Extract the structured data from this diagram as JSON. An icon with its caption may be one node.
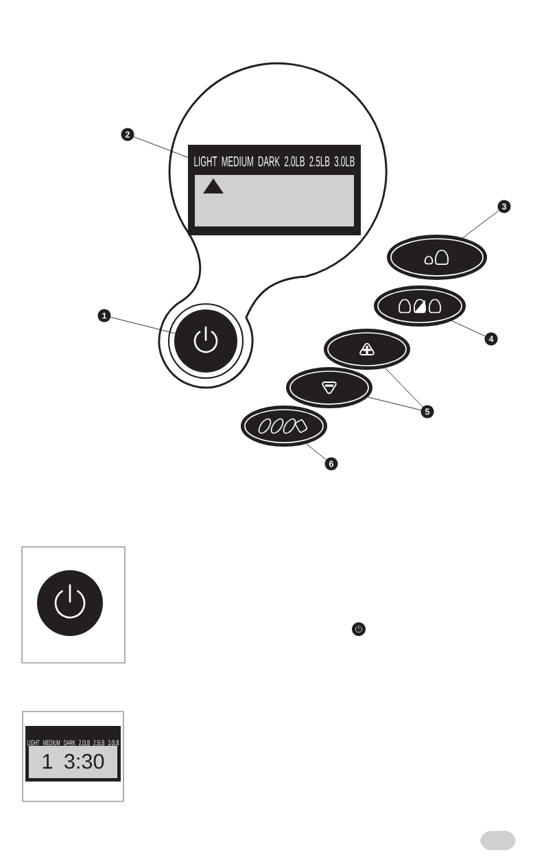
{
  "diagram": {
    "nodes": [
      {
        "text": [
          "1"
        ]
      },
      {
        "text": [],
        "shape": "circle"
      },
      {
        "text": [
          "2"
        ]
      },
      {
        "text": [
          "LIGHT MEDIUM DARK 2.0LB 2.5LB 3.0LB"
        ]
      },
      {
        "text": [
          "3"
        ]
      },
      {
        "text": [],
        "shape": "ellipse"
      },
      {
        "text": [
          "4"
        ]
      },
      {
        "text": [],
        "shape": "ellipse"
      },
      {
        "text": [
          "5"
        ]
      },
      {
        "text": [],
        "shape": "ellipse"
      },
      {
        "text": [],
        "shape": "ellipse"
      },
      {
        "text": [
          "6"
        ]
      },
      {
        "text": [],
        "shape": "ellipse"
      },
      {
        "text": [
          "LIGHT MEDIUM DARK 2.0LB 2.5LB 3.0LB",
          "1 3:30"
        ]
      }
    ],
    "edges": [
      {
        "from": 0,
        "to": 1,
        "arrow": "none"
      },
      {
        "from": 2,
        "to": 3,
        "arrow": "none"
      },
      {
        "from": 4,
        "to": 5,
        "arrow": "none"
      },
      {
        "from": 6,
        "to": 7,
        "arrow": "none"
      },
      {
        "from": 8,
        "to": 9,
        "arrow": "none"
      },
      {
        "from": 8,
        "to": 10,
        "arrow": "none"
      },
      {
        "from": 11,
        "to": 12,
        "arrow": "none"
      }
    ]
  }
}
